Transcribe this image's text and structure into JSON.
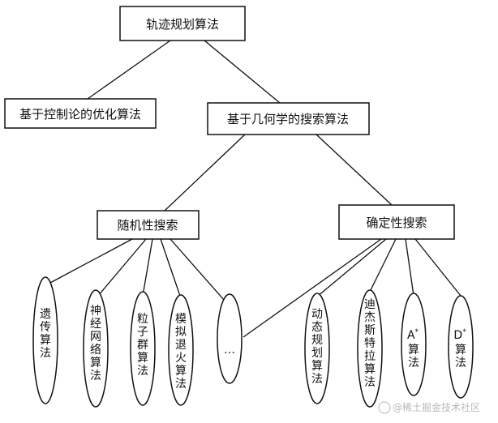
{
  "root": "轨迹规划算法",
  "branch_control": "基于控制论的优化算法",
  "branch_geometry": "基于几何学的搜索算法",
  "random_search": "随机性搜索",
  "deterministic_search": "确定性搜索",
  "leaves": {
    "genetic": "遗传算法",
    "neural": "神经网络算法",
    "pso": "粒子群算法",
    "annealing": "模拟退火算法",
    "ellipsis": "…",
    "dp": "动态规划算法",
    "dijkstra": "迪杰斯特拉算法",
    "astar_letter": "A",
    "astar_sup": "*",
    "astar_rest": "算法",
    "dstar_letter": "D",
    "dstar_sup": "*",
    "dstar_rest": "算法"
  },
  "watermark": "@稀土掘金技术社区",
  "colors": {
    "stroke": "#111111",
    "text": "#111111",
    "watermark": "#b8b8b8"
  }
}
